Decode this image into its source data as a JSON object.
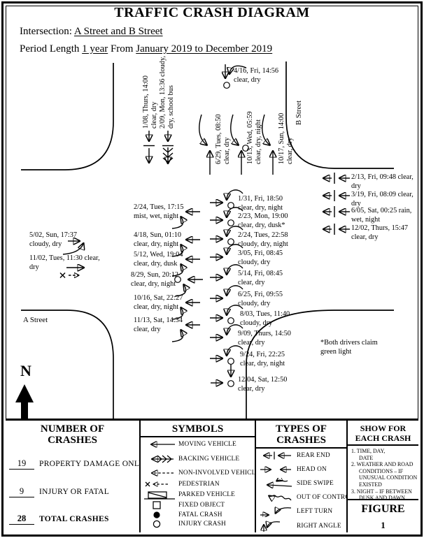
{
  "header": {
    "title": "TRAFFIC CRASH DIAGRAM",
    "intersection_label": "Intersection:",
    "intersection_value": "A Street and B Street",
    "period_label": "Period Length",
    "period_length": "1 year",
    "period_from_word": "From",
    "period_range": "January 2019 to December 2019"
  },
  "diagram": {
    "street_a": "A Street",
    "street_b": "B Street",
    "north_label": "N",
    "note_line1": "*Both drivers claim",
    "note_line2": "green light"
  },
  "crashes": [
    {
      "line1": "1/08, Thurs, 14:00",
      "line2": "clear, dry"
    },
    {
      "line1": "2/09, Mon, 13:36 cloudy,",
      "line2": "dry, school bus"
    },
    {
      "line1": "4/16, Fri, 14:56",
      "line2": "clear, dry"
    },
    {
      "line1": "6/29, Tues, 08:50",
      "line2": "clear, dry"
    },
    {
      "line1": "10/13, Wed, 05:59",
      "line2": "clear, dry, night"
    },
    {
      "line1": "10/17, Sun, 14:00",
      "line2": "clear, dry"
    },
    {
      "line1": "2/13, Fri, 09:48 clear,",
      "line2": "dry"
    },
    {
      "line1": "3/19, Fri, 08:09 clear,",
      "line2": "dry"
    },
    {
      "line1": "6/05, Sat, 00:25 rain,",
      "line2": "wet, night"
    },
    {
      "line1": "12/02, Thurs, 15:47",
      "line2": "clear, dry"
    },
    {
      "line1": "5/02, Sun, 17:37",
      "line2": "cloudy, dry"
    },
    {
      "line1": "11/02, Tues, 11:30 clear,",
      "line2": "dry"
    },
    {
      "line1": "2/24, Tues, 17:15",
      "line2": "mist, wet, night"
    },
    {
      "line1": "4/18, Sun, 01:10",
      "line2": "clear, dry, night"
    },
    {
      "line1": "5/12, Wed, 19:04",
      "line2": "clear, dry, dusk"
    },
    {
      "line1": "8/29, Sun, 20:12",
      "line2": "clear, dry, night"
    },
    {
      "line1": "10/16, Sat, 22:27",
      "line2": "clear, dry, night"
    },
    {
      "line1": "11/13, Sat, 14:34",
      "line2": "clear, dry"
    },
    {
      "line1": "1/31, Fri, 18:50",
      "line2": "clear, dry, night"
    },
    {
      "line1": "2/23, Mon, 19:00",
      "line2": "clear, dry, dusk*"
    },
    {
      "line1": "2/24, Tues, 22:58",
      "line2": "cloudy, dry, night"
    },
    {
      "line1": "3/05, Fri, 08:45",
      "line2": "cloudy, dry"
    },
    {
      "line1": "5/14, Fri, 08:45",
      "line2": "clear, dry"
    },
    {
      "line1": "6/25, Fri, 09:55",
      "line2": "cloudy, dry"
    },
    {
      "line1": "8/03, Tues, 11:40",
      "line2": "cloudy, dry"
    },
    {
      "line1": "9/09, Thurs, 14:50",
      "line2": "clear, dry"
    },
    {
      "line1": "9/24, Fri, 22:25",
      "line2": "clear, dry, night"
    },
    {
      "line1": "12/04, Sat, 12:50",
      "line2": "clear, dry"
    }
  ],
  "number_of_crashes": {
    "title_line1": "NUMBER OF",
    "title_line2": "CRASHES",
    "rows": [
      {
        "value": "19",
        "label": "PROPERTY DAMAGE ONLY"
      },
      {
        "value": "9",
        "label": "INJURY OR FATAL"
      },
      {
        "value": "28",
        "label": "TOTAL CRASHES"
      }
    ]
  },
  "symbols_panel": {
    "title": "SYMBOLS",
    "items": [
      {
        "label": "MOVING VEHICLE"
      },
      {
        "label": "BACKING VEHICLE"
      },
      {
        "label": "NON-INVOLVED VEHICLE"
      },
      {
        "label": "PEDESTRIAN"
      },
      {
        "label": "PARKED VEHICLE"
      },
      {
        "label": "FIXED OBJECT"
      },
      {
        "label": "FATAL CRASH"
      },
      {
        "label": "INJURY CRASH"
      }
    ]
  },
  "types_panel": {
    "title_line1": "TYPES OF",
    "title_line2": "CRASHES",
    "items": [
      {
        "label": "REAR END"
      },
      {
        "label": "HEAD ON"
      },
      {
        "label": "SIDE SWIPE"
      },
      {
        "label": "OUT OF CONTROL"
      },
      {
        "label": "LEFT TURN"
      },
      {
        "label": "RIGHT ANGLE"
      }
    ]
  },
  "show_panel": {
    "title_line1": "SHOW FOR",
    "title_line2": "EACH CRASH",
    "items": [
      {
        "lines": [
          "1.  TIME, DAY,",
          "DATE"
        ]
      },
      {
        "lines": [
          "2.  WEATHER AND ROAD",
          "CONDITIONS – IF",
          "UNUSUAL CONDITION",
          "EXISTED"
        ]
      },
      {
        "lines": [
          "3.  NIGHT – IF BETWEEN",
          "DUSK AND DAWN"
        ]
      }
    ]
  },
  "figure": {
    "label": "FIGURE",
    "number": "1"
  }
}
